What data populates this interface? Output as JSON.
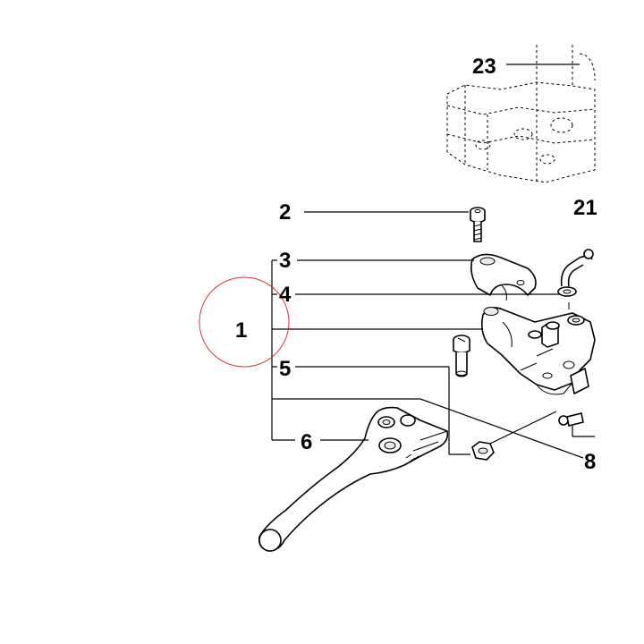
{
  "callouts": {
    "c23": "23",
    "c2": "2",
    "c21": "21",
    "c3": "3",
    "c4": "4",
    "c1": "1",
    "c5": "5",
    "c6": "6",
    "c8": "8"
  },
  "colors": {
    "line": "#000000",
    "highlight_circle": "#d9363e",
    "background": "#ffffff"
  }
}
